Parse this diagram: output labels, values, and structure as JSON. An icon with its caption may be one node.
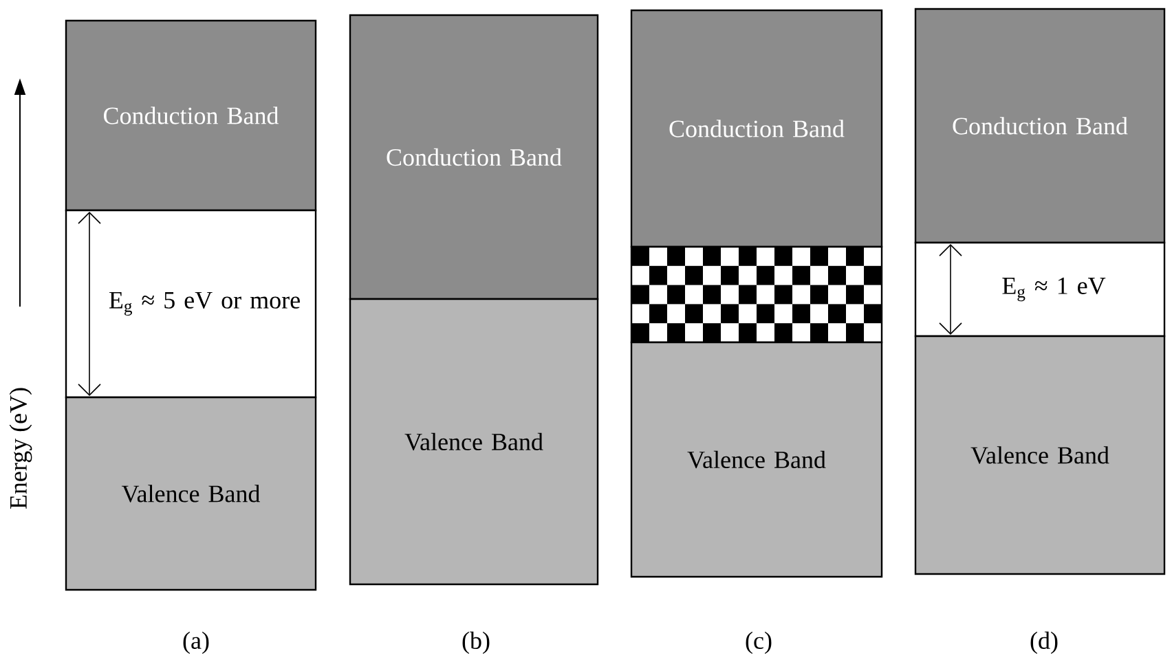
{
  "diagram": {
    "nodes": [
      {
        "text": [
          "Conduction Band"
        ]
      },
      {
        "text": [
          "E$_{g}$ ≈ 5 eV or more"
        ]
      },
      {
        "text": [
          "Valence Band"
        ]
      },
      {
        "text": [
          "Conduction Band"
        ]
      },
      {
        "text": [
          "Valence Band"
        ]
      },
      {
        "text": [
          "Conduction Band"
        ]
      },
      {
        "text": [],
        "shape": "bar"
      },
      {
        "text": [
          "Valence Band"
        ]
      },
      {
        "text": [
          "Conduction Band"
        ]
      },
      {
        "text": [
          "E$_{g}$ ≈ 1 eV"
        ]
      },
      {
        "text": [
          "Valence Band"
        ]
      }
    ],
    "labels": [
      "Energy (eV)",
      "(a)",
      "(b)",
      "(c)",
      "(d)"
    ]
  }
}
